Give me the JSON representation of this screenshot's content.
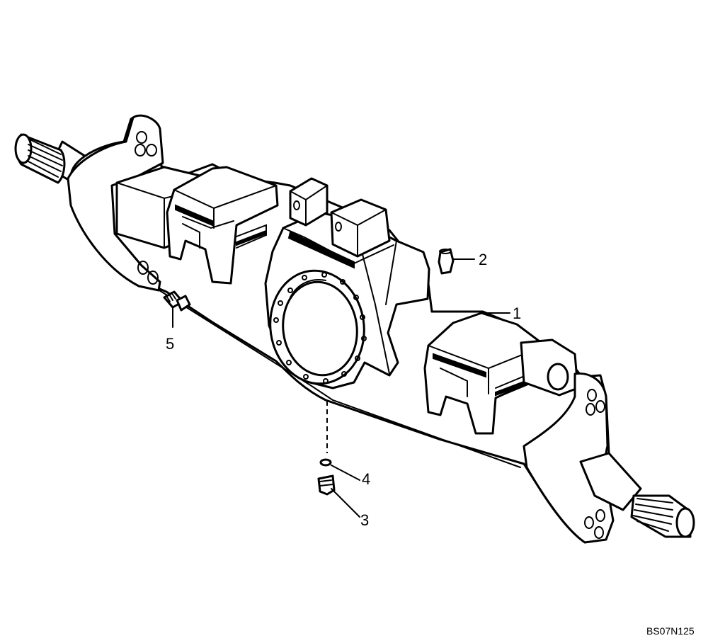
{
  "callouts": [
    {
      "number": "1"
    },
    {
      "number": "2"
    },
    {
      "number": "3"
    },
    {
      "number": "4"
    },
    {
      "number": "5"
    }
  ],
  "drawing_code": "BS07N125"
}
